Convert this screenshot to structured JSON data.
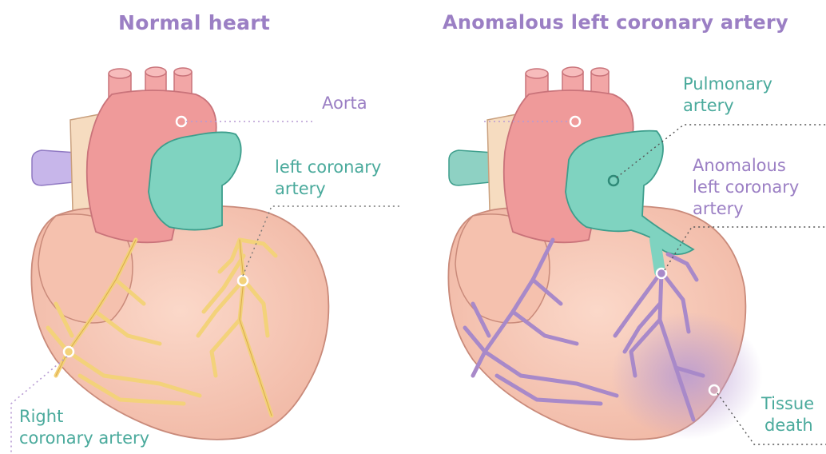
{
  "titles": {
    "normal": "Normal heart",
    "anomalous": "Anomalous left coronary artery"
  },
  "labels": {
    "aorta": "Aorta",
    "left_coronary_line1": "left coronary",
    "left_coronary_line2": "artery",
    "right_coronary_line1": "Right",
    "right_coronary_line2": "coronary artery",
    "pulmonary_line1": "Pulmonary",
    "pulmonary_line2": "artery",
    "anomalous_line1": "Anomalous",
    "anomalous_line2": "left coronary",
    "anomalous_line3": "artery",
    "tissue_line1": "Tissue",
    "tissue_line2": "death"
  },
  "colors": {
    "title": "#9b7fc4",
    "teal_label": "#4aaa9c",
    "purple_label": "#9b7fc4",
    "heart_body": "#f7c6b4",
    "aorta": "#ef9a9a",
    "pulmonary_artery": "#7fd3c0",
    "normal_coronary": "#f3d27a",
    "anomalous_coronary": "#a889c9",
    "tissue_death": "#b79ad3"
  }
}
